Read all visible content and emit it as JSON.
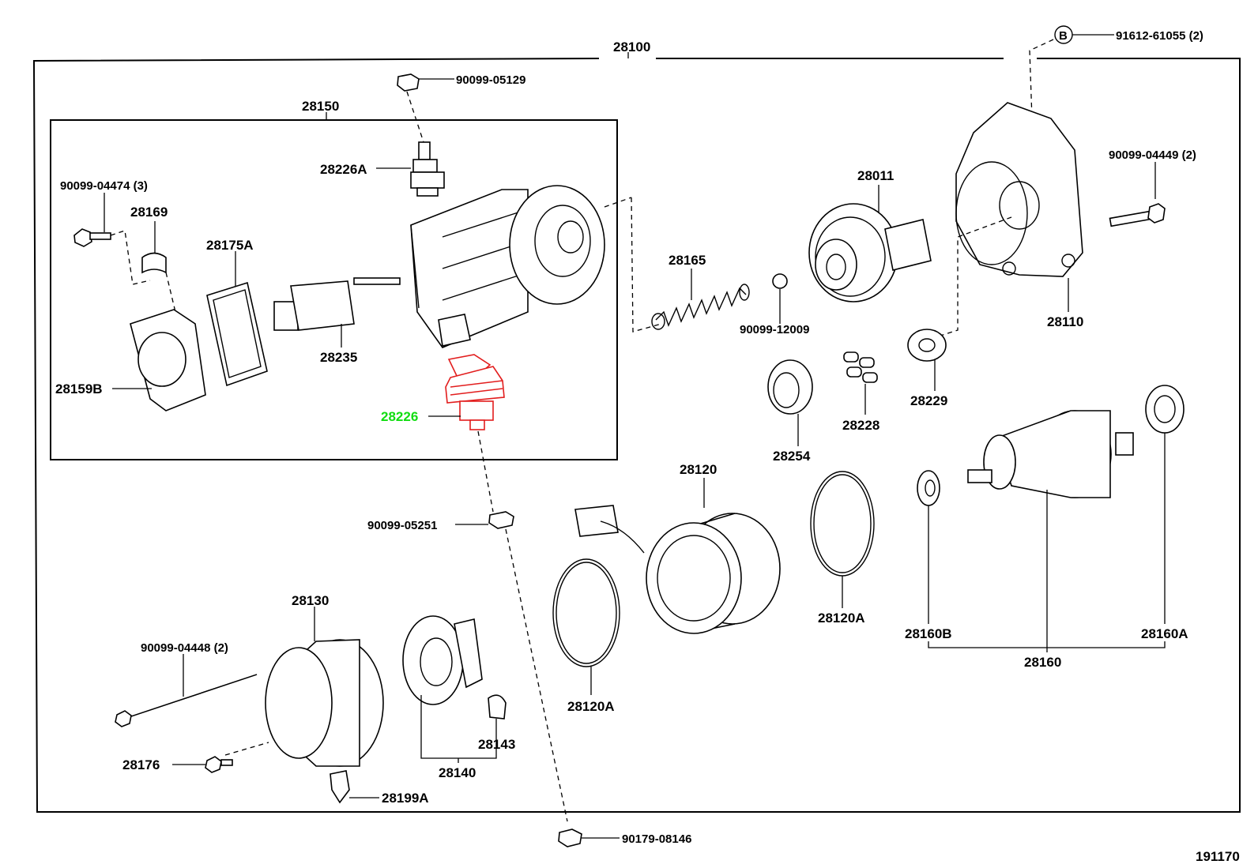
{
  "diagram": {
    "assembly_label": "28100",
    "figure_number": "191170",
    "highlight_color": "#11dd11",
    "highlight_part_color": "#e21d1d",
    "groups": {
      "g28150": "28150",
      "g28160": "28160",
      "g28140": "28140"
    },
    "labels": {
      "b_circle": "B",
      "p91612": "91612-61055 (2)",
      "p90099_05129": "90099-05129",
      "p28226A": "28226A",
      "p90099_04474": "90099-04474 (3)",
      "p28169": "28169",
      "p28175A": "28175A",
      "p28235": "28235",
      "p28159B": "28159B",
      "p28226": "28226",
      "p28011": "28011",
      "p28165": "28165",
      "p90099_12009": "90099-12009",
      "p90099_04449": "90099-04449 (2)",
      "p28110": "28110",
      "p28229": "28229",
      "p28228": "28228",
      "p28254": "28254",
      "p28120": "28120",
      "p90099_05251": "90099-05251",
      "p28120A_top": "28120A",
      "p28120A_bottom": "28120A",
      "p28160B": "28160B",
      "p28160A": "28160A",
      "p28130": "28130",
      "p90099_04448": "90099-04448 (2)",
      "p28176": "28176",
      "p28199A": "28199A",
      "p28143": "28143",
      "p90179_08146": "90179-08146"
    }
  }
}
